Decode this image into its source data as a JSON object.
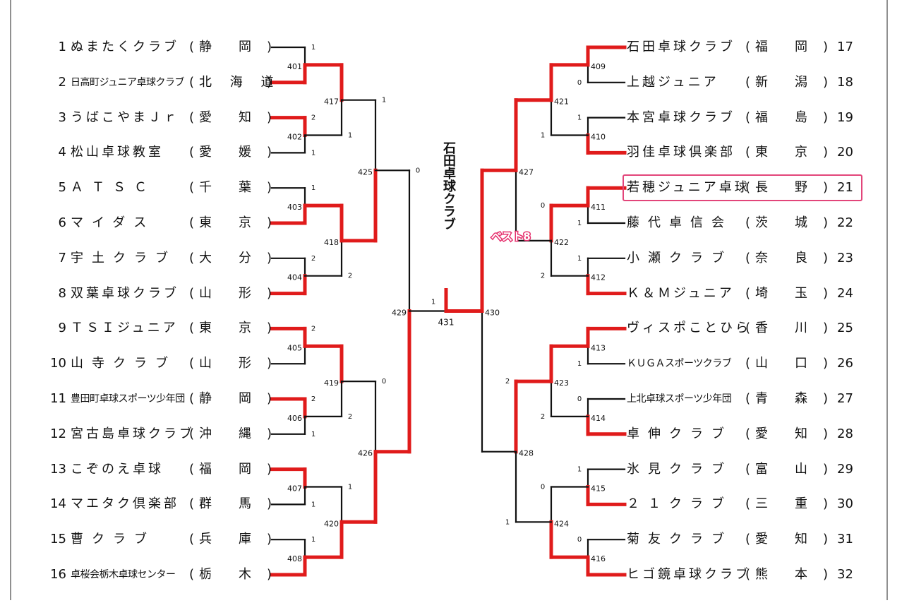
{
  "left_teams": [
    {
      "seed": "1",
      "name": "ぬまたくクラブ",
      "pref": "静　岡"
    },
    {
      "seed": "2",
      "name": "日高町ジュニア卓球クラブ",
      "pref": "北 海 道"
    },
    {
      "seed": "3",
      "name": "うばこやまＪｒ",
      "pref": "愛　知"
    },
    {
      "seed": "4",
      "name": "松山卓球教室",
      "pref": "愛　媛"
    },
    {
      "seed": "5",
      "name": "ＡＴＳＣ",
      "pref": "千　葉"
    },
    {
      "seed": "6",
      "name": "マイダス",
      "pref": "東　京"
    },
    {
      "seed": "7",
      "name": "宇土クラブ",
      "pref": "大　分"
    },
    {
      "seed": "8",
      "name": "双葉卓球クラブ",
      "pref": "山　形"
    },
    {
      "seed": "9",
      "name": "ＴＳＩジュニア",
      "pref": "東　京"
    },
    {
      "seed": "10",
      "name": "山寺クラブ",
      "pref": "山　形"
    },
    {
      "seed": "11",
      "name": "豊田町卓球スポーツ少年団",
      "pref": "静　岡"
    },
    {
      "seed": "12",
      "name": "宮古島卓球クラブ",
      "pref": "沖　縄"
    },
    {
      "seed": "13",
      "name": "こぞのえ卓球",
      "pref": "福　岡"
    },
    {
      "seed": "14",
      "name": "マエタク倶楽部",
      "pref": "群　馬"
    },
    {
      "seed": "15",
      "name": "曹クラブ",
      "pref": "兵　庫"
    },
    {
      "seed": "16",
      "name": "卓桜会栃木卓球センター",
      "pref": "栃　木"
    }
  ],
  "right_teams": [
    {
      "seed": "17",
      "name": "石田卓球クラブ",
      "pref": "福　岡"
    },
    {
      "seed": "18",
      "name": "上越ジュニア",
      "pref": "新　潟"
    },
    {
      "seed": "19",
      "name": "本宮卓球クラブ",
      "pref": "福　島"
    },
    {
      "seed": "20",
      "name": "羽佳卓球倶楽部",
      "pref": "東　京"
    },
    {
      "seed": "21",
      "name": "若穂ジュニア卓球",
      "pref": "長　野"
    },
    {
      "seed": "22",
      "name": "藤代卓信会",
      "pref": "茨　城"
    },
    {
      "seed": "23",
      "name": "小瀬クラブ",
      "pref": "奈　良"
    },
    {
      "seed": "24",
      "name": "Ｋ＆Ｍジュニア",
      "pref": "埼　玉"
    },
    {
      "seed": "25",
      "name": "ヴィスポことひら",
      "pref": "香　川"
    },
    {
      "seed": "26",
      "name": "ＫＵＧＡスポーツクラブ",
      "pref": "山　口"
    },
    {
      "seed": "27",
      "name": "上北卓球スポーツ少年団",
      "pref": "青　森"
    },
    {
      "seed": "28",
      "name": "卓伸クラブ",
      "pref": "愛　知"
    },
    {
      "seed": "29",
      "name": "氷見クラブ",
      "pref": "富　山"
    },
    {
      "seed": "30",
      "name": "２１クラブ",
      "pref": "三　重"
    },
    {
      "seed": "31",
      "name": "菊友クラブ",
      "pref": "愛　知"
    },
    {
      "seed": "32",
      "name": "ヒゴ鏡卓球クラブ",
      "pref": "熊　本"
    }
  ],
  "left_r1": [
    {
      "match": "401",
      "top": "1",
      "bottom": "",
      "winner": "bottom"
    },
    {
      "match": "402",
      "top": "2",
      "bottom": "1",
      "winner": "top"
    },
    {
      "match": "403",
      "top": "1",
      "bottom": "",
      "winner": "bottom"
    },
    {
      "match": "404",
      "top": "2",
      "bottom": "",
      "winner": "bottom"
    },
    {
      "match": "405",
      "top": "2",
      "bottom": "",
      "winner": "top"
    },
    {
      "match": "406",
      "top": "2",
      "bottom": "1",
      "winner": "top"
    },
    {
      "match": "407",
      "top": "",
      "bottom": "1",
      "winner": "top"
    },
    {
      "match": "408",
      "top": "1",
      "bottom": "",
      "winner": "bottom"
    }
  ],
  "left_r2": [
    {
      "match": "417",
      "top": "",
      "bottom": "1",
      "winner": "top"
    },
    {
      "match": "418",
      "top": "",
      "bottom": "2",
      "winner": "top"
    },
    {
      "match": "419",
      "top": "",
      "bottom": "2",
      "winner": "top"
    },
    {
      "match": "420",
      "top": "1",
      "bottom": "",
      "winner": "bottom"
    }
  ],
  "left_r3": [
    {
      "match": "425",
      "top": "1",
      "bottom": "",
      "winner": "bottom"
    },
    {
      "match": "426",
      "top": "0",
      "bottom": "",
      "winner": "bottom"
    }
  ],
  "left_r4": {
    "match": "429",
    "top": "0",
    "bottom": "",
    "winner": "bottom"
  },
  "right_r1": [
    {
      "match": "409",
      "top": "",
      "bottom": "0",
      "winner": "top"
    },
    {
      "match": "410",
      "top": "1",
      "bottom": "",
      "winner": "bottom"
    },
    {
      "match": "411",
      "top": "",
      "bottom": "1",
      "winner": "top"
    },
    {
      "match": "412",
      "top": "1",
      "bottom": "",
      "winner": "bottom"
    },
    {
      "match": "413",
      "top": "",
      "bottom": "1",
      "winner": "top"
    },
    {
      "match": "414",
      "top": "0",
      "bottom": "",
      "winner": "bottom"
    },
    {
      "match": "415",
      "top": "1",
      "bottom": "",
      "winner": "bottom"
    },
    {
      "match": "416",
      "top": "0",
      "bottom": "",
      "winner": "bottom"
    }
  ],
  "right_r2": [
    {
      "match": "421",
      "top": "",
      "bottom": "1",
      "winner": "top"
    },
    {
      "match": "422",
      "top": "0",
      "bottom": "2",
      "winner": "top"
    },
    {
      "match": "423",
      "top": "",
      "bottom": "2",
      "winner": "top"
    },
    {
      "match": "424",
      "top": "0",
      "bottom": "",
      "winner": "bottom"
    }
  ],
  "right_r3": [
    {
      "match": "427",
      "top": "",
      "bottom": "",
      "winner": "top"
    },
    {
      "match": "428",
      "top": "2",
      "bottom": "1",
      "winner": "top"
    }
  ],
  "right_r4": {
    "match": "430",
    "top": "",
    "bottom": "",
    "winner": "top"
  },
  "final": {
    "match": "431",
    "left_score": "1",
    "right_score": ""
  },
  "champion": "石田卓球クラブ",
  "best8_label": "ベスト8",
  "highlight_seed": "21",
  "colors": {
    "win": "#e01b1b",
    "line": "#111111",
    "highlight": "#e2457a"
  }
}
